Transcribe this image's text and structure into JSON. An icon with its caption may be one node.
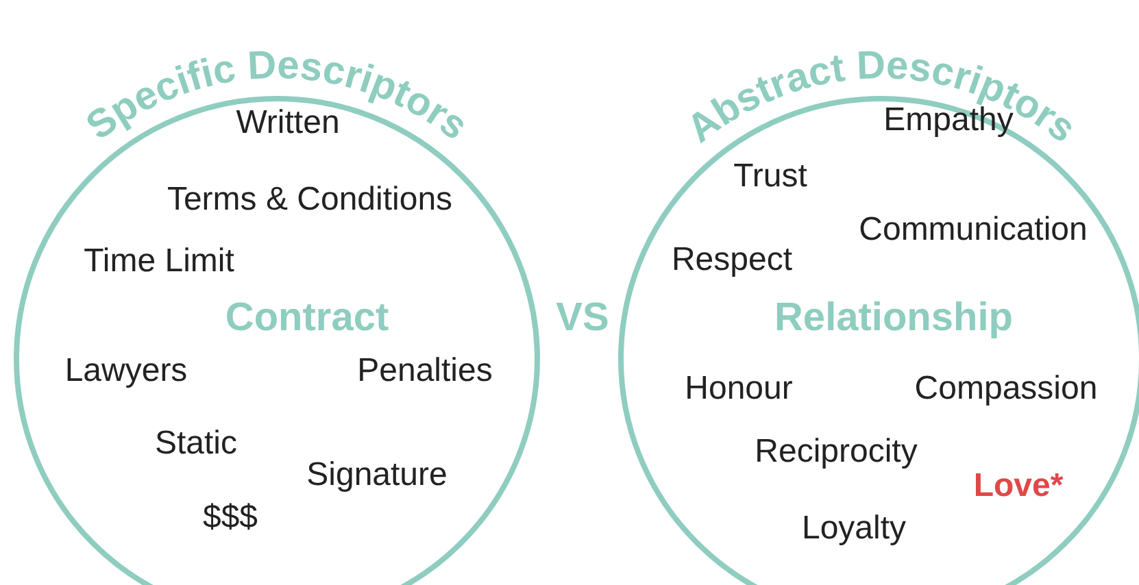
{
  "diagram": {
    "nodes": [
      {
        "text": [
          "Specific Descriptors",
          "Written",
          "Terms & Conditions",
          "Time Limit",
          "Contract",
          "Lawyers",
          "Penalties",
          "Static",
          "Signature",
          "$$$"
        ]
      },
      {
        "text": [
          "Abstract Descriptors",
          "Empathy",
          "Trust",
          "Communication",
          "Respect",
          "Relationship",
          "Honour",
          "Compassion",
          "Reciprocity",
          "Love*",
          "Loyalty"
        ]
      }
    ],
    "labels": [
      "VS"
    ]
  }
}
